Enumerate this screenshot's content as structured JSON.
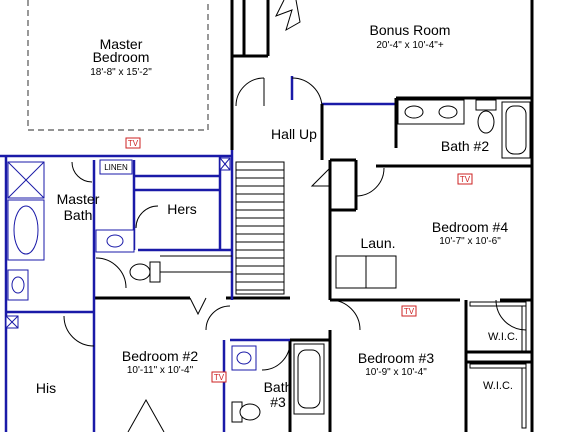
{
  "rooms": {
    "master_bedroom": {
      "name1": "Master",
      "name2": "Bedroom",
      "size": "18'-8\" x 15'-2\""
    },
    "bonus_room": {
      "name": "Bonus Room",
      "size": "20'-4\" x 10'-4\"+"
    },
    "hall_up": {
      "name": "Hall Up"
    },
    "bath2": {
      "name": "Bath #2"
    },
    "master_bath": {
      "name1": "Master",
      "name2": "Bath"
    },
    "hers": {
      "name": "Hers"
    },
    "linen": {
      "name": "LINEN"
    },
    "bedroom4": {
      "name": "Bedroom #4",
      "size": "10'-7\" x 10'-6\""
    },
    "laundry": {
      "name": "Laun."
    },
    "his": {
      "name": "His"
    },
    "bedroom2": {
      "name": "Bedroom #2",
      "size": "10'-11\" x 10'-4\""
    },
    "bath3": {
      "name1": "Bath",
      "name2": "#3"
    },
    "bedroom3": {
      "name": "Bedroom #3",
      "size": "10'-9\" x 10'-4\""
    },
    "wic1": {
      "name": "W.I.C."
    },
    "wic2": {
      "name": "W.I.C."
    }
  },
  "tv_label": "TV",
  "colors": {
    "wall": "#000000",
    "highlight": "#1a1aa8",
    "tv": "#cc2222"
  }
}
